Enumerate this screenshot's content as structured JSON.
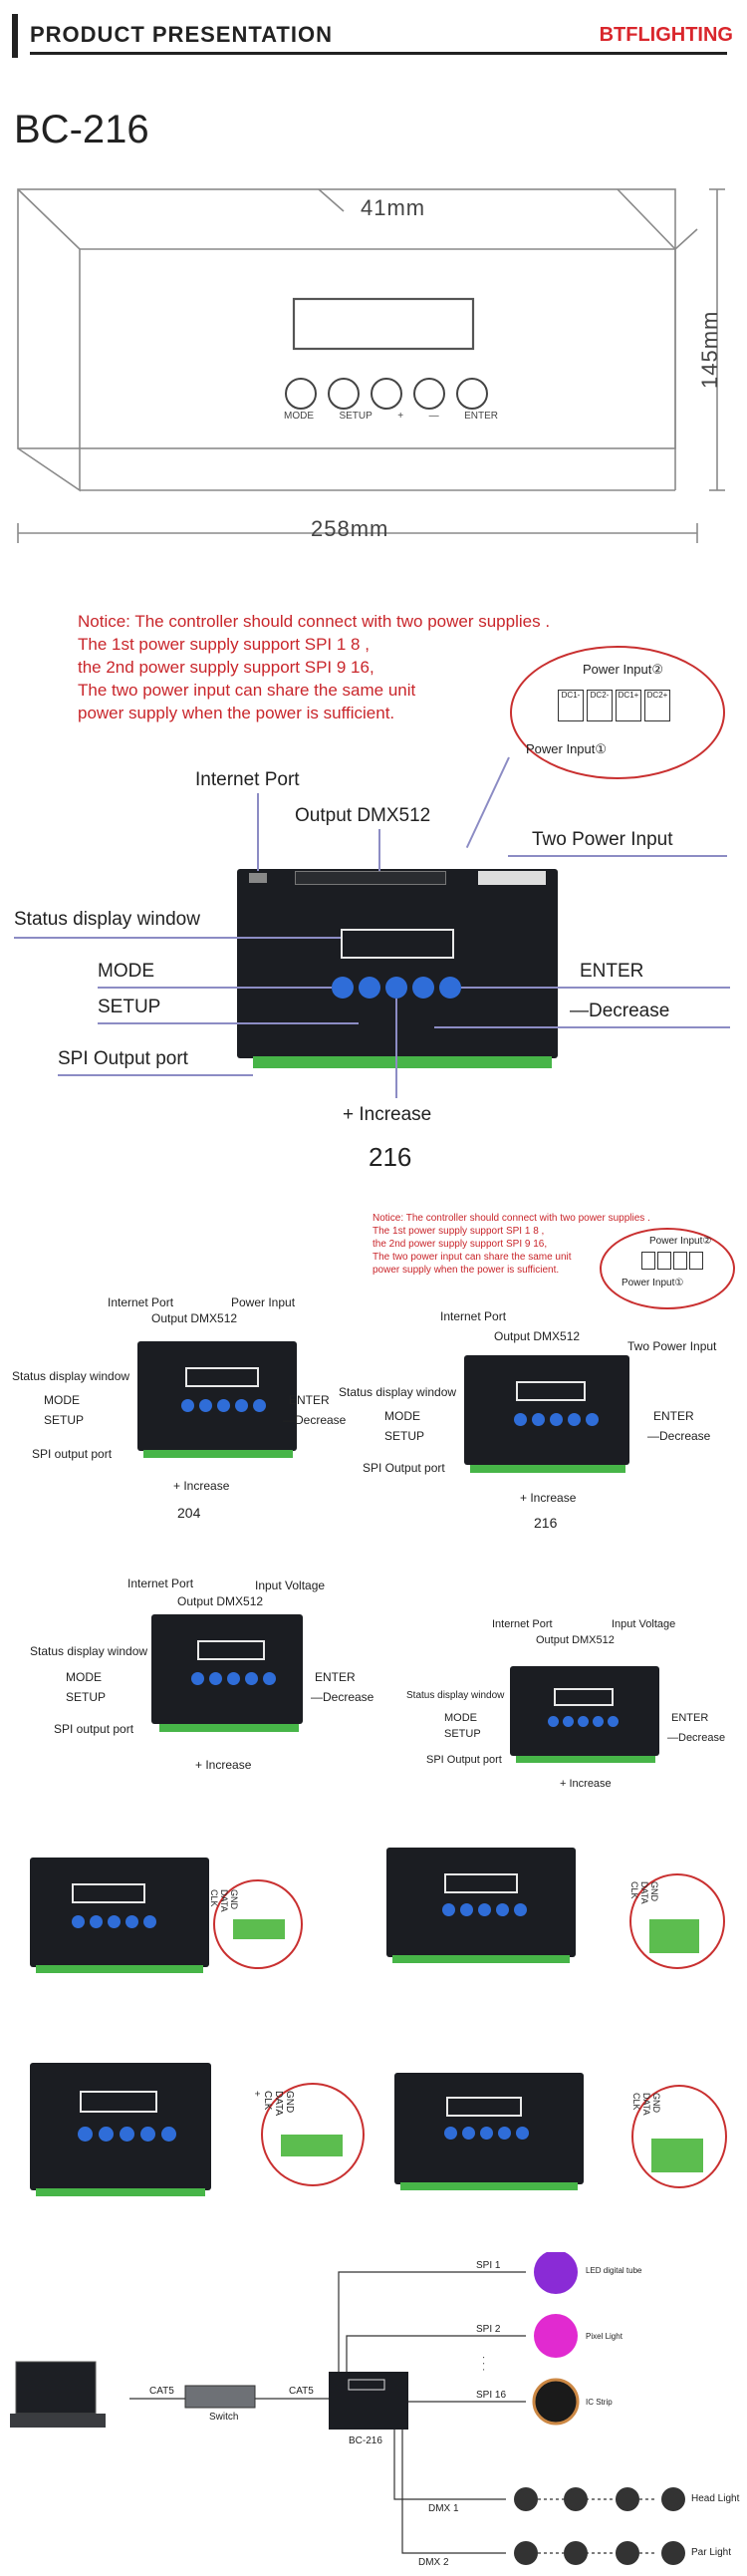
{
  "header": {
    "title": "PRODUCT PRESENTATION",
    "brand": "BTFLIGHTING"
  },
  "model": "BC-216",
  "drawing": {
    "depth": "41mm",
    "height": "145mm",
    "width": "258mm",
    "buttons": [
      "MODE",
      "SETUP",
      "+",
      "—",
      "ENTER"
    ]
  },
  "notice": {
    "line1": "Notice: The controller should connect with two power supplies .",
    "line2": "The 1st power supply support SPI 1  8 ,",
    "line3": "the 2nd power supply support SPI 9  16,",
    "line4": "The two power input can share the same unit",
    "line5": "power supply when the power is sufficient."
  },
  "power_detail": {
    "title": "Power Input②",
    "sub": "Power Input①",
    "terminals": [
      "DC1-",
      "DC2-",
      "DC1+",
      "DC2+"
    ]
  },
  "main_labels": {
    "internet": "Internet Port",
    "dmx": "Output DMX512",
    "two_power": "Two Power Input",
    "status": "Status display window",
    "mode": "MODE",
    "setup": "SETUP",
    "spi": "SPI Output port",
    "enter": "ENTER",
    "decrease": "—Decrease",
    "increase": "+ Increase",
    "model_no": "216"
  },
  "pair1": {
    "left": {
      "internet": "Internet Port",
      "dmx": "Output DMX512",
      "power": "Power Input",
      "status": "Status display window",
      "mode": "MODE",
      "setup": "SETUP",
      "spi": "SPI output port",
      "enter": "ENTER",
      "decrease": "—Decrease",
      "increase": "+ Increase",
      "model_no": "204"
    },
    "right": {
      "internet": "Internet Port",
      "dmx": "Output DMX512",
      "power": "Two Power Input",
      "status": "Status display window",
      "mode": "MODE",
      "setup": "SETUP",
      "spi": "SPI Output port",
      "enter": "ENTER",
      "decrease": "—Decrease",
      "increase": "+ Increase",
      "model_no": "216"
    }
  },
  "pair2": {
    "left": {
      "internet": "Internet Port",
      "dmx": "Output DMX512",
      "power": "Input Voltage",
      "status": "Status display window",
      "mode": "MODE",
      "setup": "SETUP",
      "spi": "SPI output port",
      "enter": "ENTER",
      "decrease": "—Decrease",
      "increase": "+ Increase"
    },
    "right": {
      "internet": "Internet Port",
      "dmx": "Output DMX512",
      "power": "Input Voltage",
      "status": "Status display window",
      "mode": "MODE",
      "setup": "SETUP",
      "spi": "SPI Output port",
      "enter": "ENTER",
      "decrease": "—Decrease",
      "increase": "+ Increase"
    }
  },
  "pin_labels": {
    "gnd": "GND",
    "data": "DATA",
    "clk": "CLK",
    "plus": "+"
  },
  "system": {
    "spi1": "SPI 1",
    "spi2": "SPI 2",
    "spi16": "SPI 16",
    "led_tube": "LED digital tube",
    "pixel": "Pixel Light",
    "ic_strip": "IC Strip",
    "cat5_a": "CAT5",
    "cat5_b": "CAT5",
    "switch": "Switch",
    "controller": "BC-216",
    "dmx1": "DMX 1",
    "dmx2": "DMX 2",
    "head": "Head Light",
    "par": "Par Light",
    "dots": "· · ·"
  }
}
